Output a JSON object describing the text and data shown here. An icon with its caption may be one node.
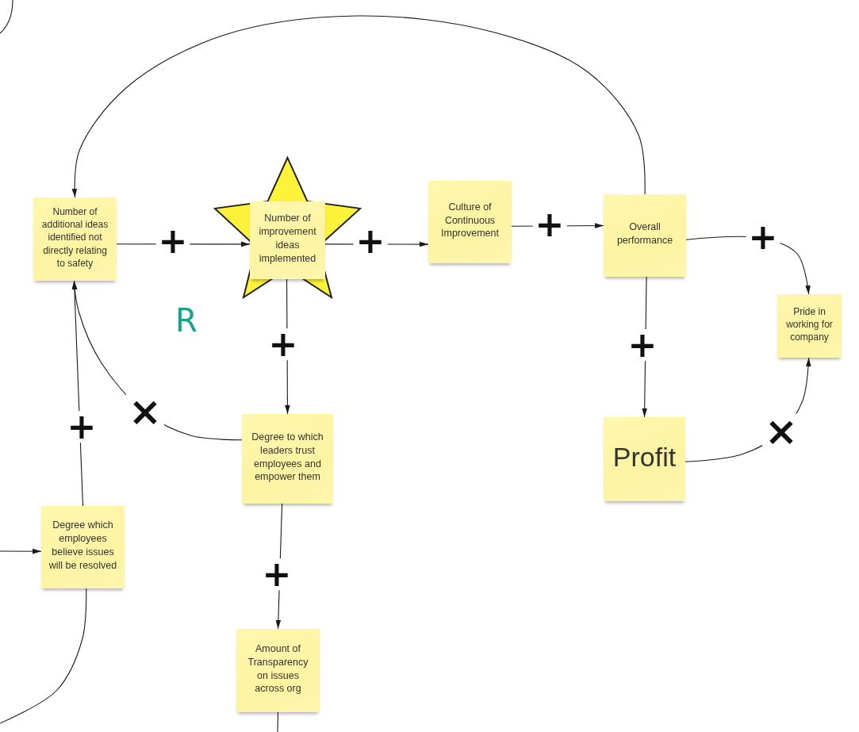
{
  "diagram": {
    "nodes": [
      {
        "text": [
          "Number of additional ideas identified not directly relating to safety"
        ]
      },
      {
        "text": [],
        "shape": "star"
      },
      {
        "text": [
          "Number of improvement ideas implemented"
        ],
        "in": 1
      },
      {
        "text": [
          "Culture of Continuous Improvement"
        ]
      },
      {
        "text": [
          "Overall performance"
        ]
      },
      {
        "text": [
          "Pride in working for company"
        ]
      },
      {
        "text": [
          "Degree to which leaders trust employees and empower them"
        ]
      },
      {
        "text": [
          "Profit"
        ]
      },
      {
        "text": [
          "Degree which employees believe issues will be resolved"
        ]
      },
      {
        "text": [
          "Amount of Transparency on issues across org"
        ]
      }
    ],
    "edges": [
      {
        "from": 0,
        "to": 2,
        "arrow": "to",
        "label": "+"
      },
      {
        "from": 2,
        "to": 3,
        "arrow": "to",
        "label": "+"
      },
      {
        "from": 3,
        "to": 4,
        "arrow": "to",
        "label": "+"
      },
      {
        "from": 4,
        "to": 5,
        "arrow": "to",
        "label": "+"
      },
      {
        "from": 4,
        "to": 7,
        "arrow": "to",
        "label": "+"
      },
      {
        "from": 7,
        "to": 5,
        "arrow": "to",
        "label": "×"
      },
      {
        "from": 4,
        "to": 0,
        "arrow": "to"
      },
      {
        "from": 2,
        "to": 6,
        "arrow": "to",
        "label": "+"
      },
      {
        "from": 6,
        "to": 0,
        "arrow": "to",
        "label": "×"
      },
      {
        "from": 8,
        "to": 0,
        "arrow": "to",
        "label": "+"
      },
      {
        "from": 6,
        "to": 9,
        "arrow": "to",
        "label": "+"
      },
      {
        "from": null,
        "to": 8,
        "arrow": "to"
      },
      {
        "from": 8,
        "to": null,
        "arrow": "none"
      },
      {
        "from": 9,
        "to": null,
        "arrow": "none"
      }
    ],
    "labels": [
      "R"
    ]
  }
}
